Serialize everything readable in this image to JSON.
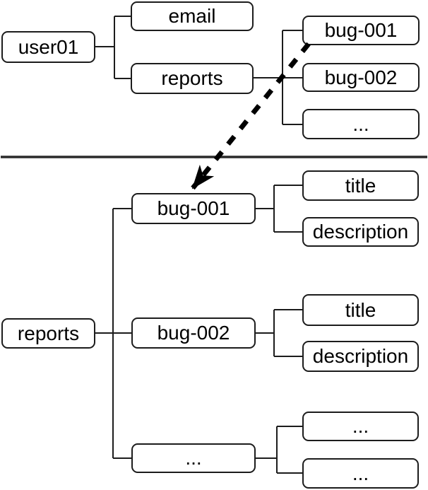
{
  "diagram_title": "reports node expansion tree diagram",
  "colors": {
    "box_border": "#1c1c1c",
    "connector_line": "#1c1c1c",
    "divider_line": "#2a2a2a",
    "arrow": "#000000",
    "background": "#ffffff",
    "text": "#000000"
  },
  "top_tree": {
    "root": "user01",
    "email": "email",
    "reports": "reports",
    "bug001": "bug-001",
    "bug002": "bug-002",
    "ellipsis": "..."
  },
  "bottom_tree": {
    "root": "reports",
    "bug001": "bug-001",
    "bug002": "bug-002",
    "ellipsis": "...",
    "bug001_title": "title",
    "bug001_description": "description",
    "bug002_title": "title",
    "bug002_description": "description",
    "ellipsis_child1": "...",
    "ellipsis_child2": "..."
  }
}
